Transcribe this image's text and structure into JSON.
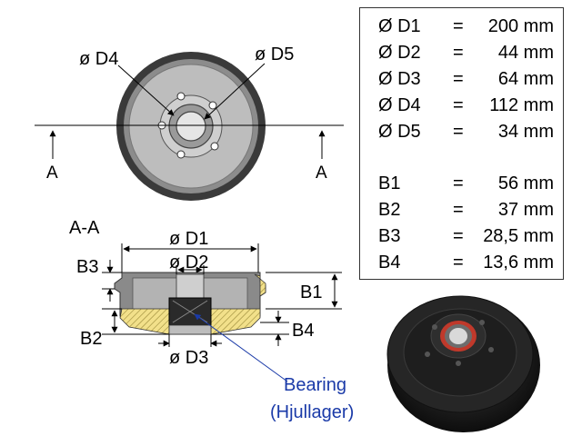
{
  "top_view": {
    "label_d4": "ø D4",
    "label_d5": "ø D5",
    "section_left": "A",
    "section_right": "A"
  },
  "section_view": {
    "title": "A-A",
    "label_d1": "ø D1",
    "label_d2": "ø D2",
    "label_d3": "ø D3",
    "label_b1": "B1",
    "label_b2": "B2",
    "label_b3": "B3",
    "label_b4": "B4"
  },
  "bearing": {
    "line1": "Bearing",
    "line2": "(Hjullager)",
    "color": "#1a3aa8"
  },
  "specs": {
    "rows": [
      {
        "name": "Ø D1",
        "eq": "=",
        "value": "200 mm"
      },
      {
        "name": "Ø D2",
        "eq": "=",
        "value": "44 mm"
      },
      {
        "name": "Ø D3",
        "eq": "=",
        "value": "64 mm"
      },
      {
        "name": "Ø D4",
        "eq": "=",
        "value": "112 mm"
      },
      {
        "name": "Ø D5",
        "eq": "=",
        "value": "34 mm"
      },
      {
        "name": "B1",
        "eq": "=",
        "value": "56 mm"
      },
      {
        "name": "B2",
        "eq": "=",
        "value": "37 mm"
      },
      {
        "name": "B3",
        "eq": "=",
        "value": "28,5 mm"
      },
      {
        "name": "B4",
        "eq": "=",
        "value": "13,6 mm"
      }
    ]
  },
  "colors": {
    "drum_dark": "#3a3a3a",
    "drum_gray": "#8c8c8c",
    "drum_light": "#bdbdbd",
    "section_fill": "#f2e08a",
    "photo_body": "#1c1c1c",
    "seal_red": "#c0392b"
  }
}
